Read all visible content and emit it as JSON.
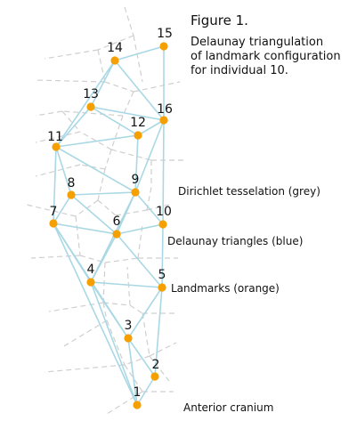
{
  "figure": {
    "title": "Figure 1.",
    "caption_lines": [
      "Delaunay triangulation",
      "of landmark configuration",
      "for individual 10."
    ]
  },
  "annotations": {
    "dirichlet": "Dirichlet tesselation (grey)",
    "delaunay": "Delaunay triangles (blue)",
    "landmarks": "Landmarks (orange)",
    "anterior": "Anterior cranium"
  },
  "colors": {
    "landmark": "#f5a000",
    "delaunay": "#a9d8e4",
    "dirichlet": "#cfcfcf"
  },
  "landmarks": [
    {
      "id": "1",
      "label": "1"
    },
    {
      "id": "2",
      "label": "2"
    },
    {
      "id": "3",
      "label": "3"
    },
    {
      "id": "4",
      "label": "4"
    },
    {
      "id": "5",
      "label": "5"
    },
    {
      "id": "6",
      "label": "6"
    },
    {
      "id": "7",
      "label": "7"
    },
    {
      "id": "8",
      "label": "8"
    },
    {
      "id": "9",
      "label": "9"
    },
    {
      "id": "10",
      "label": "10"
    },
    {
      "id": "11",
      "label": "11"
    },
    {
      "id": "12",
      "label": "12"
    },
    {
      "id": "13",
      "label": "13"
    },
    {
      "id": "14",
      "label": "14"
    },
    {
      "id": "15",
      "label": "15"
    },
    {
      "id": "16",
      "label": "16"
    }
  ],
  "delaunay_edges": [
    [
      "15",
      "14"
    ],
    [
      "15",
      "16"
    ],
    [
      "14",
      "13"
    ],
    [
      "14",
      "16"
    ],
    [
      "14",
      "11"
    ],
    [
      "13",
      "16"
    ],
    [
      "13",
      "12"
    ],
    [
      "13",
      "11"
    ],
    [
      "12",
      "16"
    ],
    [
      "12",
      "11"
    ],
    [
      "12",
      "9"
    ],
    [
      "16",
      "9"
    ],
    [
      "16",
      "10"
    ],
    [
      "11",
      "8"
    ],
    [
      "11",
      "9"
    ],
    [
      "11",
      "7"
    ],
    [
      "8",
      "9"
    ],
    [
      "8",
      "6"
    ],
    [
      "8",
      "7"
    ],
    [
      "9",
      "6"
    ],
    [
      "9",
      "10"
    ],
    [
      "9",
      "4"
    ],
    [
      "6",
      "7"
    ],
    [
      "6",
      "10"
    ],
    [
      "6",
      "4"
    ],
    [
      "6",
      "5"
    ],
    [
      "7",
      "4"
    ],
    [
      "7",
      "3"
    ],
    [
      "7",
      "1"
    ],
    [
      "10",
      "5"
    ],
    [
      "4",
      "5"
    ],
    [
      "4",
      "3"
    ],
    [
      "4",
      "1"
    ],
    [
      "5",
      "3"
    ],
    [
      "5",
      "2"
    ],
    [
      "3",
      "2"
    ],
    [
      "3",
      "1"
    ],
    [
      "2",
      "1"
    ]
  ]
}
